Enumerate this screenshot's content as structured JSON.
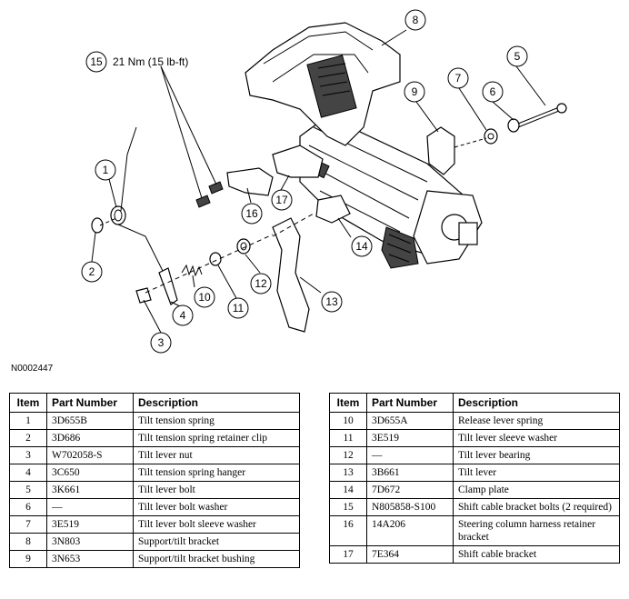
{
  "diagram": {
    "torque_callout": "21 Nm (15 lb-ft)",
    "figure_code": "N0002447",
    "callouts": [
      "1",
      "2",
      "3",
      "4",
      "5",
      "6",
      "7",
      "8",
      "9",
      "10",
      "11",
      "12",
      "13",
      "14",
      "15",
      "16",
      "17"
    ]
  },
  "table_left": {
    "headers": {
      "item": "Item",
      "part": "Part Number",
      "desc": "Description"
    },
    "rows": [
      {
        "item": "1",
        "part": "3D655B",
        "desc": "Tilt tension spring"
      },
      {
        "item": "2",
        "part": "3D686",
        "desc": "Tilt tension spring retainer clip"
      },
      {
        "item": "3",
        "part": "W702058-S",
        "desc": "Tilt lever nut"
      },
      {
        "item": "4",
        "part": "3C650",
        "desc": "Tilt tension spring hanger"
      },
      {
        "item": "5",
        "part": "3K661",
        "desc": "Tilt lever bolt"
      },
      {
        "item": "6",
        "part": "—",
        "desc": "Tilt lever bolt washer"
      },
      {
        "item": "7",
        "part": "3E519",
        "desc": "Tilt lever bolt sleeve washer"
      },
      {
        "item": "8",
        "part": "3N803",
        "desc": "Support/tilt bracket"
      },
      {
        "item": "9",
        "part": "3N653",
        "desc": "Support/tilt bracket bushing"
      }
    ]
  },
  "table_right": {
    "headers": {
      "item": "Item",
      "part": "Part Number",
      "desc": "Description"
    },
    "rows": [
      {
        "item": "10",
        "part": "3D655A",
        "desc": "Release lever spring"
      },
      {
        "item": "11",
        "part": "3E519",
        "desc": "Tilt lever sleeve washer"
      },
      {
        "item": "12",
        "part": "—",
        "desc": "Tilt lever bearing"
      },
      {
        "item": "13",
        "part": "3B661",
        "desc": "Tilt lever"
      },
      {
        "item": "14",
        "part": "7D672",
        "desc": "Clamp plate"
      },
      {
        "item": "15",
        "part": "N805858-S100",
        "desc": "Shift cable bracket bolts (2 required)"
      },
      {
        "item": "16",
        "part": "14A206",
        "desc": "Steering column harness retainer bracket"
      },
      {
        "item": "17",
        "part": "7E364",
        "desc": "Shift cable bracket"
      }
    ]
  }
}
